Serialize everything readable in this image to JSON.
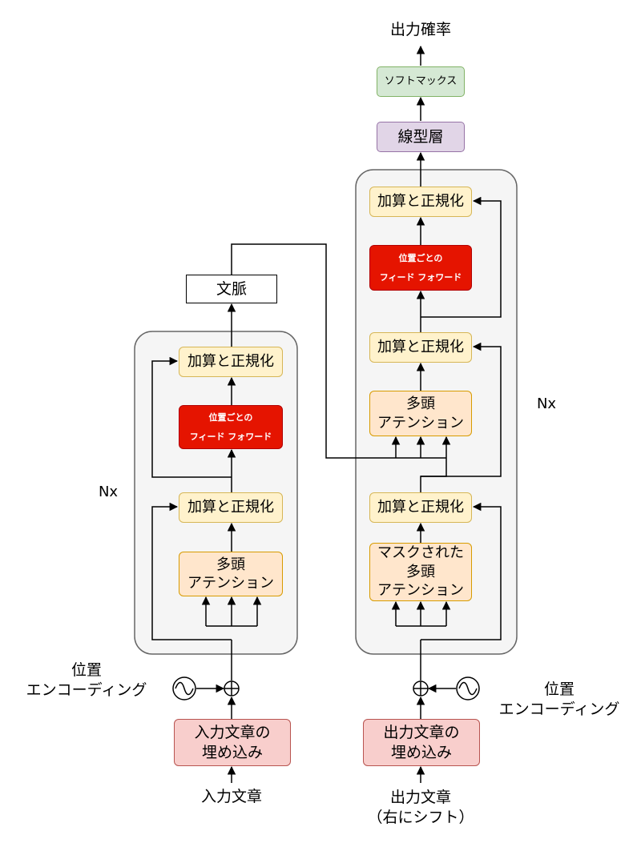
{
  "title": "出力確率",
  "top_stack": {
    "softmax": "ソフトマックス",
    "linear": "線型層"
  },
  "encoder": {
    "add_norm_top": "加算と正規化",
    "feed_forward": "位置ごとの\nフィード フォワード",
    "add_norm_bottom": "加算と正規化",
    "attention": "多頭\nアテンション",
    "repeat_label": "Nx",
    "positional_encoding": "位置\nエンコーディング",
    "embedding": "入力文章の\n埋め込み",
    "input": "入力文章",
    "context": "文脈"
  },
  "decoder": {
    "add_norm_top": "加算と正規化",
    "feed_forward": "位置ごとの\nフィード フォワード",
    "add_norm_mid": "加算と正規化",
    "cross_attention": "多頭\nアテンション",
    "add_norm_bottom": "加算と正規化",
    "masked_attention": "マスクされた\n多頭\nアテンション",
    "repeat_label": "Nx",
    "positional_encoding": "位置\nエンコーディング",
    "embedding": "出力文章の\n埋め込み",
    "input": "出力文章\n（右にシフト）"
  }
}
